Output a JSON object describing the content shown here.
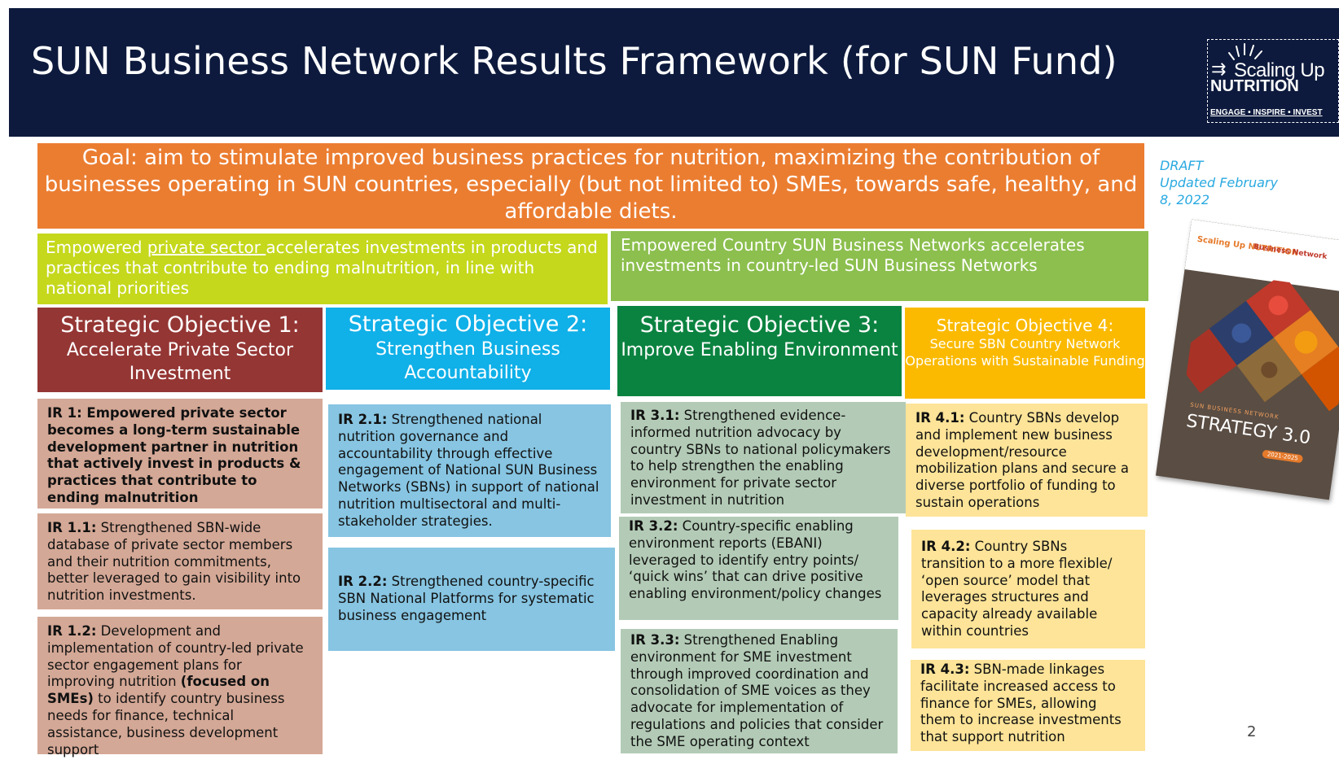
{
  "header": {
    "title": "SUN Business Network Results Framework (for SUN Fund)",
    "logo": {
      "line1": "Scaling Up",
      "line2": "NUTRITION",
      "tagline": "ENGAGE • INSPIRE • INVEST"
    }
  },
  "goal": {
    "label": "Goal:",
    "text": "aim to stimulate improved business practices for nutrition, maximizing the contribution of businesses operating in SUN countries, especially (but not limited to) SMEs, towards safe, healthy, and affordable diets."
  },
  "draft_note": {
    "line1": "DRAFT",
    "line2": "Updated February",
    "line3": "8, 2022"
  },
  "outcomes": [
    {
      "prefix": "Empowered ",
      "link": "private sector ",
      "text": "accelerates investments in products and practices that contribute to ending malnutrition, in line with national priorities"
    },
    {
      "text": "Empowered Country SUN Business Networks accelerates investments in country-led SUN Business Networks"
    }
  ],
  "objectives": [
    {
      "title": "Strategic Objective 1:",
      "subtitle": "Accelerate Private Sector Investment",
      "color": "#943634"
    },
    {
      "title": "Strategic Objective 2:",
      "subtitle": "Strengthen Business Accountability",
      "color": "#10b0e8"
    },
    {
      "title": "Strategic Objective 3:",
      "subtitle": "Improve Enabling Environment",
      "color": "#0b8340"
    },
    {
      "title": "Strategic Objective 4:",
      "subtitle": "Secure SBN Country Network Operations with Sustainable Funding",
      "color": "#fbba00"
    }
  ],
  "results": {
    "ir1": {
      "label": "IR 1:",
      "text": "Empowered private sector becomes a long-term sustainable development partner in nutrition that actively invest in products & practices that contribute to ending malnutrition"
    },
    "ir11": {
      "label": "IR 1.1:",
      "text": "Strengthened SBN-wide database of private sector members and their nutrition commitments, better leveraged to gain visibility into nutrition investments."
    },
    "ir12": {
      "label": "IR 1.2:",
      "text_a": "Development and implementation of country-led private sector engagement plans for improving nutrition ",
      "bold": "(focused on SMEs)",
      "text_b": " to identify country business needs for finance, technical assistance, business development support"
    },
    "ir21": {
      "label": "IR 2.1:",
      "text": "Strengthened national nutrition governance and accountability through effective engagement of National SUN Business Networks (SBNs) in support of national nutrition multisectoral and multi-stakeholder strategies."
    },
    "ir22": {
      "label": "IR 2.2:",
      "text": "Strengthened country-specific SBN National Platforms for systematic business engagement"
    },
    "ir31": {
      "label": "IR 3.1:",
      "text": "Strengthened evidence-informed nutrition advocacy by country SBNs to national policymakers  to help strengthen the enabling environment for private sector investment in nutrition"
    },
    "ir32": {
      "label": "IR 3.2:",
      "text": "Country-specific enabling environment reports (EBANI) leveraged to identify entry points/ ‘quick wins’ that can drive positive enabling environment/policy changes"
    },
    "ir33": {
      "label": "IR 3.3:",
      "text": "Strengthened Enabling environment for SME investment through improved coordination and consolidation of SME voices as they advocate for implementation of regulations and policies that consider the SME operating context"
    },
    "ir41": {
      "label": "IR 4.1:",
      "text": "Country SBNs develop and implement new business development/resource mobilization plans and secure a diverse portfolio of funding to sustain operations"
    },
    "ir42": {
      "label": "IR 4.2:",
      "text": "Country SBNs transition to a more flexible/ ‘open source’ model that leverages structures and capacity already available within countries"
    },
    "ir43": {
      "label": "IR 4.3:",
      "text": "SBN-made linkages facilitate increased access to finance for SMEs, allowing them to increase investments that support nutrition"
    }
  },
  "cover": {
    "brand": "Scaling Up NUTRITION",
    "network": "Business Network",
    "kicker": "SUN BUSINESS NETWORK",
    "title": "STRATEGY 3.0",
    "years": "2021-2025"
  },
  "page_number": "2"
}
